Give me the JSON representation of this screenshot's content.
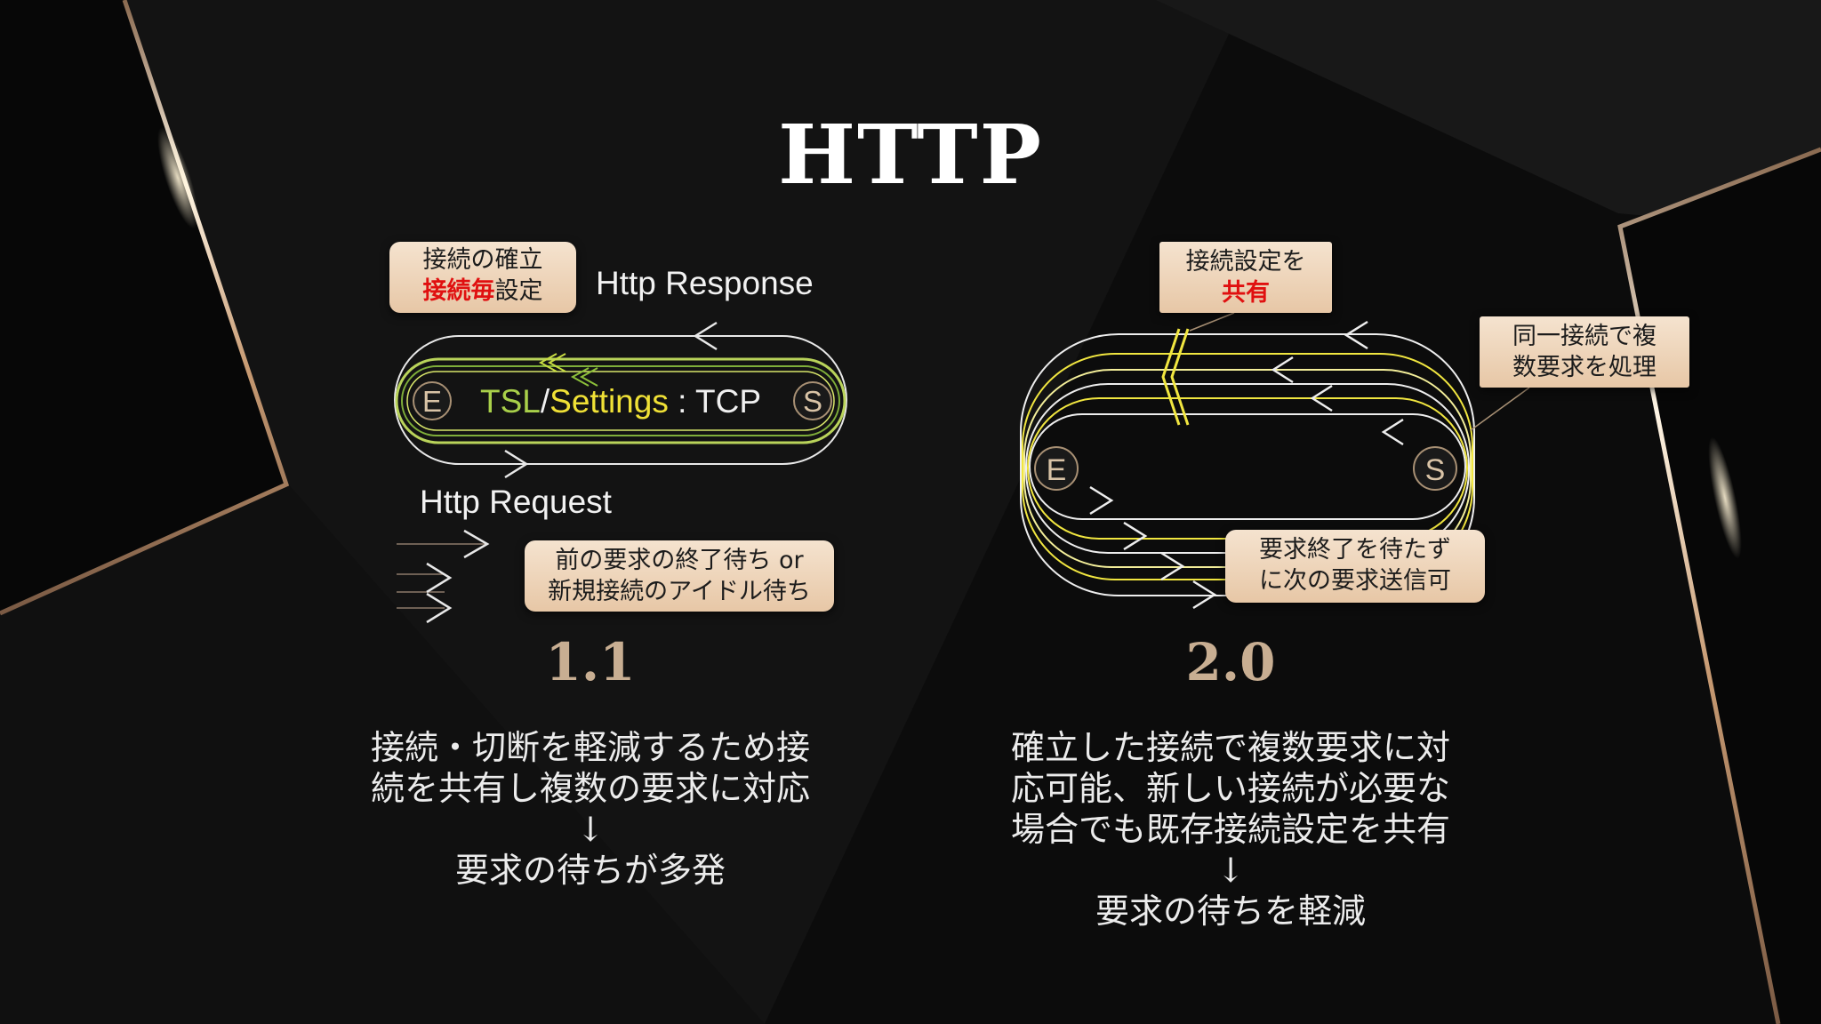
{
  "title": "HTTP",
  "left": {
    "version": "1.1",
    "response_label": "Http Response",
    "request_label": "Http Request",
    "channel": {
      "node_e": "E",
      "node_s": "S",
      "tsl": "TSL",
      "slash": "/",
      "settings": "Settings",
      "tcp": " : TCP"
    },
    "note_connect": {
      "line1": "接続の確立",
      "line2_red": "接続毎",
      "line2_rest": "設定"
    },
    "note_wait": {
      "line1": "前の要求の終了待ち or",
      "line2": "新規接続のアイドル待ち"
    },
    "desc": {
      "line1": "接続・切断を軽減するため接",
      "line2": "続を共有し複数の要求に対応",
      "arrow": "↓",
      "line3": "要求の待ちが多発"
    }
  },
  "right": {
    "version": "2.0",
    "node_e": "E",
    "node_s": "S",
    "note_share": {
      "line1": "接続設定を",
      "line2_red": "共有"
    },
    "note_multi": {
      "line1": "同一接続で複",
      "line2": "数要求を処理"
    },
    "note_nowait": {
      "line1": "要求終了を待たず",
      "line2": "に次の要求送信可"
    },
    "desc": {
      "line1": "確立した接続で複数要求に対",
      "line2": "応可能、新しい接続が必要な",
      "line3": "場合でも既存接続設定を共有",
      "arrow": "↓",
      "line4": "要求の待ちを軽減"
    }
  },
  "colors": {
    "background": "#0d0d0d",
    "gold_frame": "#cfa882",
    "green": "#9ccc45",
    "yellow": "#f5e32a",
    "version_text": "#c8ae92",
    "note_bg": "#f0d8bd",
    "red_emphasis": "#e01010"
  }
}
